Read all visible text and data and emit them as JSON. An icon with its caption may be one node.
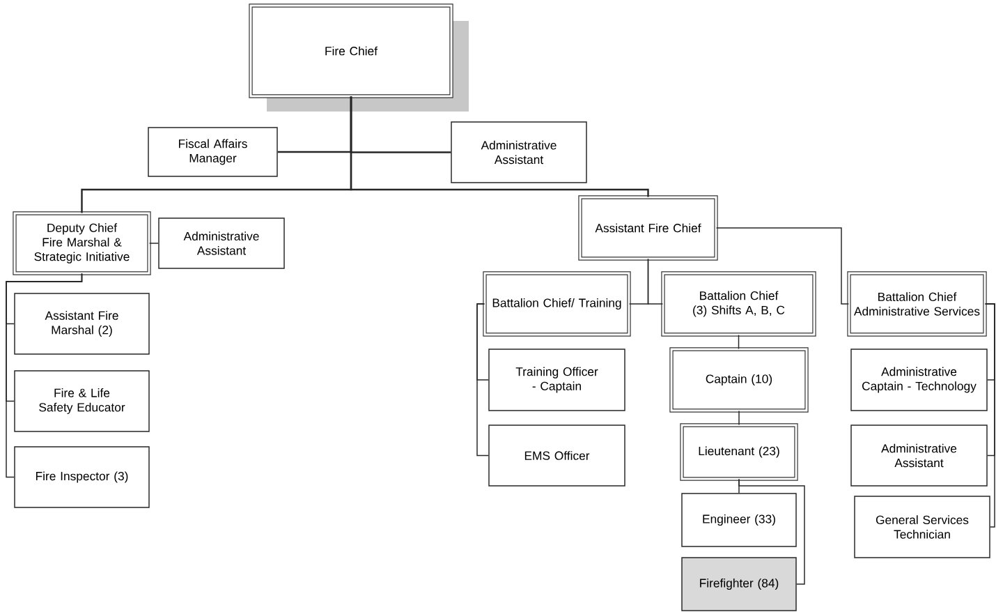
{
  "diagram": {
    "nodes": [
      {
        "text": [
          "Fire Chief"
        ]
      },
      {
        "text": [
          "Fiscal Affairs Manager"
        ]
      },
      {
        "text": [
          "Administrative Assistant"
        ]
      },
      {
        "text": [
          "Deputy Chief Fire Marshal & Strategic Initiative"
        ]
      },
      {
        "text": [
          "Administrative Assistant"
        ]
      },
      {
        "text": [
          "Assistant Fire Chief"
        ]
      },
      {
        "text": [
          "Assistant Fire Marshal (2)"
        ]
      },
      {
        "text": [
          "Fire & Life Safety Educator"
        ]
      },
      {
        "text": [
          "Fire Inspector (3)"
        ]
      },
      {
        "text": [
          "Battalion Chief/ Training"
        ]
      },
      {
        "text": [
          "Battalion Chief (3) Shifts A, B, C"
        ]
      },
      {
        "text": [
          "Battalion Chief Administrative Services"
        ]
      },
      {
        "text": [
          "Training Officer - Captain"
        ]
      },
      {
        "text": [
          "EMS Officer"
        ]
      },
      {
        "text": [
          "Captain (10)"
        ]
      },
      {
        "text": [
          "Lieutenant (23)"
        ]
      },
      {
        "text": [
          "Engineer (33)"
        ]
      },
      {
        "text": [
          "Firefighter (84)"
        ]
      },
      {
        "text": [
          "Administrative Captain - Technology"
        ]
      },
      {
        "text": [
          "Administrative Assistant"
        ]
      },
      {
        "text": [
          "General Services Technician"
        ]
      }
    ],
    "edges": [
      {
        "from": 0,
        "to": 1,
        "arrow": "none"
      },
      {
        "from": 0,
        "to": 2,
        "arrow": "none"
      },
      {
        "from": 0,
        "to": 3,
        "arrow": "none"
      },
      {
        "from": 0,
        "to": 5,
        "arrow": "none"
      },
      {
        "from": 3,
        "to": 4,
        "arrow": "none"
      },
      {
        "from": 3,
        "to": 6,
        "arrow": "none"
      },
      {
        "from": 3,
        "to": 7,
        "arrow": "none"
      },
      {
        "from": 3,
        "to": 8,
        "arrow": "none"
      },
      {
        "from": 5,
        "to": 9,
        "arrow": "none"
      },
      {
        "from": 5,
        "to": 10,
        "arrow": "none"
      },
      {
        "from": 5,
        "to": 11,
        "arrow": "none"
      },
      {
        "from": 9,
        "to": 12,
        "arrow": "none"
      },
      {
        "from": 9,
        "to": 13,
        "arrow": "none"
      },
      {
        "from": 10,
        "to": 14,
        "arrow": "none"
      },
      {
        "from": 14,
        "to": 15,
        "arrow": "none"
      },
      {
        "from": 15,
        "to": 16,
        "arrow": "none"
      },
      {
        "from": 15,
        "to": 17,
        "arrow": "none"
      },
      {
        "from": 11,
        "to": 18,
        "arrow": "none"
      },
      {
        "from": 11,
        "to": 19,
        "arrow": "none"
      },
      {
        "from": 11,
        "to": 20,
        "arrow": "none"
      }
    ]
  }
}
